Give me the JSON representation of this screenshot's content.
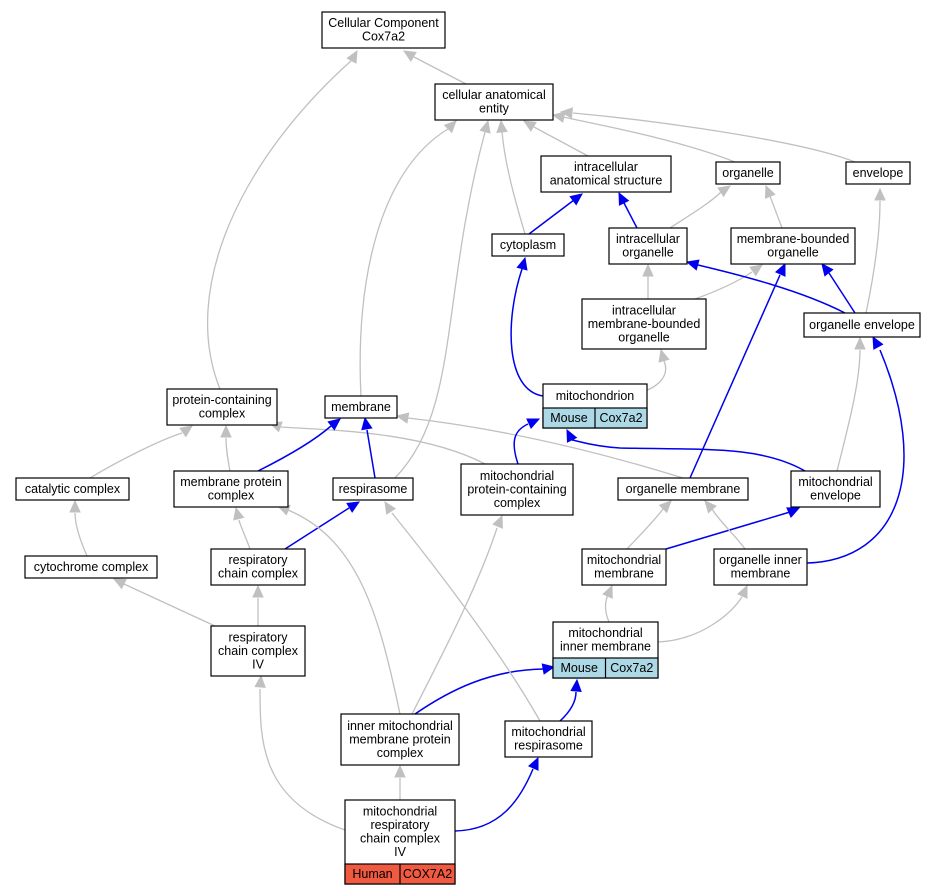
{
  "colors": {
    "node_border": "#000000",
    "is_a_edge": "#c0c0c0",
    "part_of_edge": "#0000ee",
    "mouse_annotation": "#add8e6",
    "human_annotation": "#f05a40"
  },
  "nodes": [
    {
      "id": "cellular-component",
      "lines": [
        "Cellular Component",
        "Cox7a2"
      ]
    },
    {
      "id": "cellular-anatomical-entity",
      "lines": [
        "cellular anatomical",
        "entity"
      ]
    },
    {
      "id": "intracellular-anatomical-structure",
      "lines": [
        "intracellular",
        "anatomical structure"
      ]
    },
    {
      "id": "organelle",
      "lines": [
        "organelle"
      ]
    },
    {
      "id": "envelope",
      "lines": [
        "envelope"
      ]
    },
    {
      "id": "cytoplasm",
      "lines": [
        "cytoplasm"
      ]
    },
    {
      "id": "intracellular-organelle",
      "lines": [
        "intracellular",
        "organelle"
      ]
    },
    {
      "id": "membrane-bounded-organelle",
      "lines": [
        "membrane-bounded",
        "organelle"
      ]
    },
    {
      "id": "intracellular-membrane-bounded-organelle",
      "lines": [
        "intracellular",
        "membrane-bounded",
        "organelle"
      ]
    },
    {
      "id": "organelle-envelope",
      "lines": [
        "organelle envelope"
      ]
    },
    {
      "id": "mitochondrion",
      "lines": [
        "mitochondrion"
      ],
      "annotation": {
        "species": "Mouse",
        "gene": "Cox7a2",
        "color": "#add8e6"
      }
    },
    {
      "id": "protein-containing-complex",
      "lines": [
        "protein-containing",
        "complex"
      ]
    },
    {
      "id": "membrane",
      "lines": [
        "membrane"
      ]
    },
    {
      "id": "catalytic-complex",
      "lines": [
        "catalytic complex"
      ]
    },
    {
      "id": "membrane-protein-complex",
      "lines": [
        "membrane protein",
        "complex"
      ]
    },
    {
      "id": "respirasome",
      "lines": [
        "respirasome"
      ]
    },
    {
      "id": "mitochondrial-protein-containing-complex",
      "lines": [
        "mitochondrial",
        "protein-containing",
        "complex"
      ]
    },
    {
      "id": "organelle-membrane",
      "lines": [
        "organelle membrane"
      ]
    },
    {
      "id": "mitochondrial-envelope",
      "lines": [
        "mitochondrial",
        "envelope"
      ]
    },
    {
      "id": "cytochrome-complex",
      "lines": [
        "cytochrome complex"
      ]
    },
    {
      "id": "respiratory-chain-complex",
      "lines": [
        "respiratory",
        "chain complex"
      ]
    },
    {
      "id": "mitochondrial-membrane",
      "lines": [
        "mitochondrial",
        "membrane"
      ]
    },
    {
      "id": "organelle-inner-membrane",
      "lines": [
        "organelle inner",
        "membrane"
      ]
    },
    {
      "id": "respiratory-chain-complex-iv",
      "lines": [
        "respiratory",
        "chain complex",
        "IV"
      ]
    },
    {
      "id": "mitochondrial-inner-membrane",
      "lines": [
        "mitochondrial",
        "inner membrane"
      ],
      "annotation": {
        "species": "Mouse",
        "gene": "Cox7a2",
        "color": "#add8e6"
      }
    },
    {
      "id": "inner-mitochondrial-membrane-protein-complex",
      "lines": [
        "inner mitochondrial",
        "membrane protein",
        "complex"
      ]
    },
    {
      "id": "mitochondrial-respirasome",
      "lines": [
        "mitochondrial",
        "respirasome"
      ]
    },
    {
      "id": "mitochondrial-respiratory-chain-complex-iv",
      "lines": [
        "mitochondrial",
        "respiratory",
        "chain complex",
        "IV"
      ],
      "annotation": {
        "species": "Human",
        "gene": "COX7A2",
        "color": "#f05a40"
      }
    }
  ],
  "edges": [
    {
      "from": "cellular-anatomical-entity",
      "to": "cellular-component",
      "relation": "is_a"
    },
    {
      "from": "protein-containing-complex",
      "to": "cellular-component",
      "relation": "is_a"
    },
    {
      "from": "intracellular-anatomical-structure",
      "to": "cellular-anatomical-entity",
      "relation": "is_a"
    },
    {
      "from": "organelle",
      "to": "cellular-anatomical-entity",
      "relation": "is_a"
    },
    {
      "from": "envelope",
      "to": "cellular-anatomical-entity",
      "relation": "is_a"
    },
    {
      "from": "cytoplasm",
      "to": "cellular-anatomical-entity",
      "relation": "is_a"
    },
    {
      "from": "membrane",
      "to": "cellular-anatomical-entity",
      "relation": "is_a"
    },
    {
      "from": "respirasome",
      "to": "cellular-anatomical-entity",
      "relation": "is_a"
    },
    {
      "from": "cytoplasm",
      "to": "intracellular-anatomical-structure",
      "relation": "part_of"
    },
    {
      "from": "intracellular-organelle",
      "to": "intracellular-anatomical-structure",
      "relation": "part_of"
    },
    {
      "from": "intracellular-organelle",
      "to": "organelle",
      "relation": "is_a"
    },
    {
      "from": "membrane-bounded-organelle",
      "to": "organelle",
      "relation": "is_a"
    },
    {
      "from": "organelle-envelope",
      "to": "envelope",
      "relation": "is_a"
    },
    {
      "from": "intracellular-membrane-bounded-organelle",
      "to": "intracellular-organelle",
      "relation": "is_a"
    },
    {
      "from": "intracellular-membrane-bounded-organelle",
      "to": "membrane-bounded-organelle",
      "relation": "is_a"
    },
    {
      "from": "organelle-envelope",
      "to": "intracellular-organelle",
      "relation": "part_of"
    },
    {
      "from": "organelle-envelope",
      "to": "membrane-bounded-organelle",
      "relation": "part_of"
    },
    {
      "from": "mitochondrion",
      "to": "cytoplasm",
      "relation": "part_of"
    },
    {
      "from": "mitochondrion",
      "to": "intracellular-membrane-bounded-organelle",
      "relation": "is_a"
    },
    {
      "from": "catalytic-complex",
      "to": "protein-containing-complex",
      "relation": "is_a"
    },
    {
      "from": "membrane-protein-complex",
      "to": "protein-containing-complex",
      "relation": "is_a"
    },
    {
      "from": "mitochondrial-protein-containing-complex",
      "to": "protein-containing-complex",
      "relation": "is_a"
    },
    {
      "from": "membrane-protein-complex",
      "to": "membrane",
      "relation": "part_of"
    },
    {
      "from": "respirasome",
      "to": "membrane",
      "relation": "part_of"
    },
    {
      "from": "organelle-membrane",
      "to": "membrane",
      "relation": "is_a"
    },
    {
      "from": "mitochondrial-protein-containing-complex",
      "to": "mitochondrion",
      "relation": "part_of"
    },
    {
      "from": "organelle-membrane",
      "to": "membrane-bounded-organelle",
      "relation": "part_of"
    },
    {
      "from": "mitochondrial-envelope",
      "to": "organelle-envelope",
      "relation": "is_a"
    },
    {
      "from": "mitochondrial-envelope",
      "to": "mitochondrion",
      "relation": "part_of"
    },
    {
      "from": "cytochrome-complex",
      "to": "catalytic-complex",
      "relation": "is_a"
    },
    {
      "from": "respiratory-chain-complex",
      "to": "membrane-protein-complex",
      "relation": "is_a"
    },
    {
      "from": "respiratory-chain-complex",
      "to": "respirasome",
      "relation": "part_of"
    },
    {
      "from": "mitochondrial-membrane",
      "to": "organelle-membrane",
      "relation": "is_a"
    },
    {
      "from": "mitochondrial-membrane",
      "to": "mitochondrial-envelope",
      "relation": "part_of"
    },
    {
      "from": "organelle-inner-membrane",
      "to": "organelle-membrane",
      "relation": "is_a"
    },
    {
      "from": "organelle-inner-membrane",
      "to": "organelle-envelope",
      "relation": "part_of"
    },
    {
      "from": "respiratory-chain-complex-iv",
      "to": "cytochrome-complex",
      "relation": "is_a"
    },
    {
      "from": "respiratory-chain-complex-iv",
      "to": "respiratory-chain-complex",
      "relation": "is_a"
    },
    {
      "from": "mitochondrial-inner-membrane",
      "to": "mitochondrial-membrane",
      "relation": "is_a"
    },
    {
      "from": "mitochondrial-inner-membrane",
      "to": "organelle-inner-membrane",
      "relation": "is_a"
    },
    {
      "from": "inner-mitochondrial-membrane-protein-complex",
      "to": "membrane-protein-complex",
      "relation": "is_a"
    },
    {
      "from": "inner-mitochondrial-membrane-protein-complex",
      "to": "mitochondrial-protein-containing-complex",
      "relation": "is_a"
    },
    {
      "from": "inner-mitochondrial-membrane-protein-complex",
      "to": "mitochondrial-inner-membrane",
      "relation": "part_of"
    },
    {
      "from": "mitochondrial-respirasome",
      "to": "respirasome",
      "relation": "is_a"
    },
    {
      "from": "mitochondrial-respirasome",
      "to": "mitochondrial-inner-membrane",
      "relation": "part_of"
    },
    {
      "from": "mitochondrial-respiratory-chain-complex-iv",
      "to": "respiratory-chain-complex-iv",
      "relation": "is_a"
    },
    {
      "from": "mitochondrial-respiratory-chain-complex-iv",
      "to": "inner-mitochondrial-membrane-protein-complex",
      "relation": "is_a"
    },
    {
      "from": "mitochondrial-respiratory-chain-complex-iv",
      "to": "mitochondrial-respirasome",
      "relation": "part_of"
    }
  ]
}
